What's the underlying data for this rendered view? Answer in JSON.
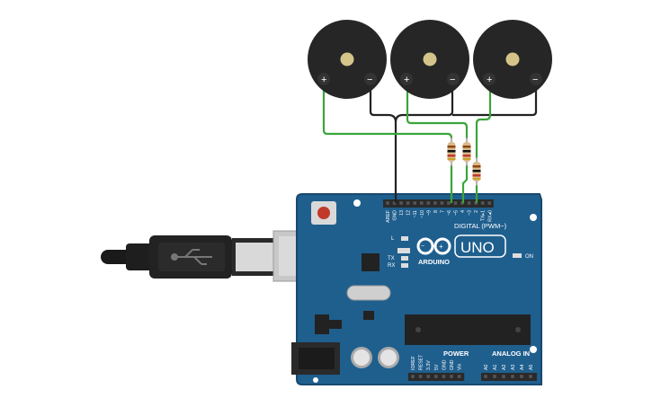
{
  "board": {
    "brand": "ARDUINO",
    "model": "UNO",
    "on_label": "ON",
    "l_label": "L",
    "tx_label": "TX",
    "rx_label": "RX",
    "digital_label": "DIGITAL (PWM~)",
    "power_label": "POWER",
    "analog_label": "ANALOG IN",
    "digital_pins": [
      "AREF",
      "GND",
      "13",
      "12",
      "~11",
      "~10",
      "~9",
      "8",
      "7",
      "~6",
      "~5",
      "4",
      "~3",
      "2",
      "TX▸1",
      "RX◂0"
    ],
    "power_pins": [
      "IOREF",
      "RESET",
      "3.3V",
      "5V",
      "GND",
      "GND",
      "Vin"
    ],
    "analog_pins": [
      "A0",
      "A1",
      "A2",
      "A3",
      "A4",
      "A5"
    ],
    "colors": {
      "board": "#1f5f8e",
      "board_edge": "#17496f",
      "header": "#2a2a2a",
      "reset": "#c0392b"
    }
  },
  "buzzers": [
    {
      "plus": "+",
      "minus": "−"
    },
    {
      "plus": "+",
      "minus": "−"
    },
    {
      "plus": "+",
      "minus": "−"
    }
  ],
  "resistor_count": 3,
  "wire_colors": {
    "signal": "#3aa53a",
    "ground": "#222222"
  },
  "usb": {
    "logo": "usb-trident"
  }
}
